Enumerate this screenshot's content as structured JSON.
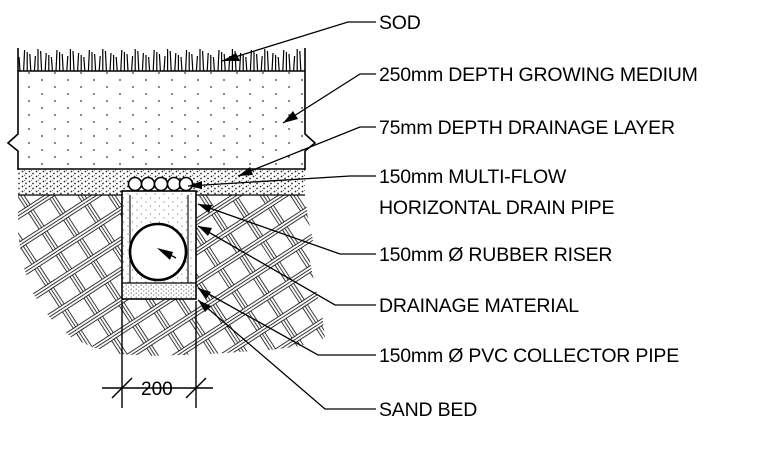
{
  "labels": {
    "sod": "SOD",
    "growing_medium": "250mm DEPTH GROWING MEDIUM",
    "drainage_layer": "75mm DEPTH DRAINAGE LAYER",
    "multiflow_line1": "150mm MULTI-FLOW",
    "multiflow_line2": "HORIZONTAL DRAIN PIPE",
    "rubber_riser": "150mm Ø RUBBER RISER",
    "drainage_material": "DRAINAGE MATERIAL",
    "collector_pipe": "150mm Ø PVC COLLECTOR PIPE",
    "sand_bed": "SAND BED"
  },
  "dimension": {
    "trench_width": "200"
  },
  "colors": {
    "ink": "#000000",
    "background": "#ffffff"
  }
}
